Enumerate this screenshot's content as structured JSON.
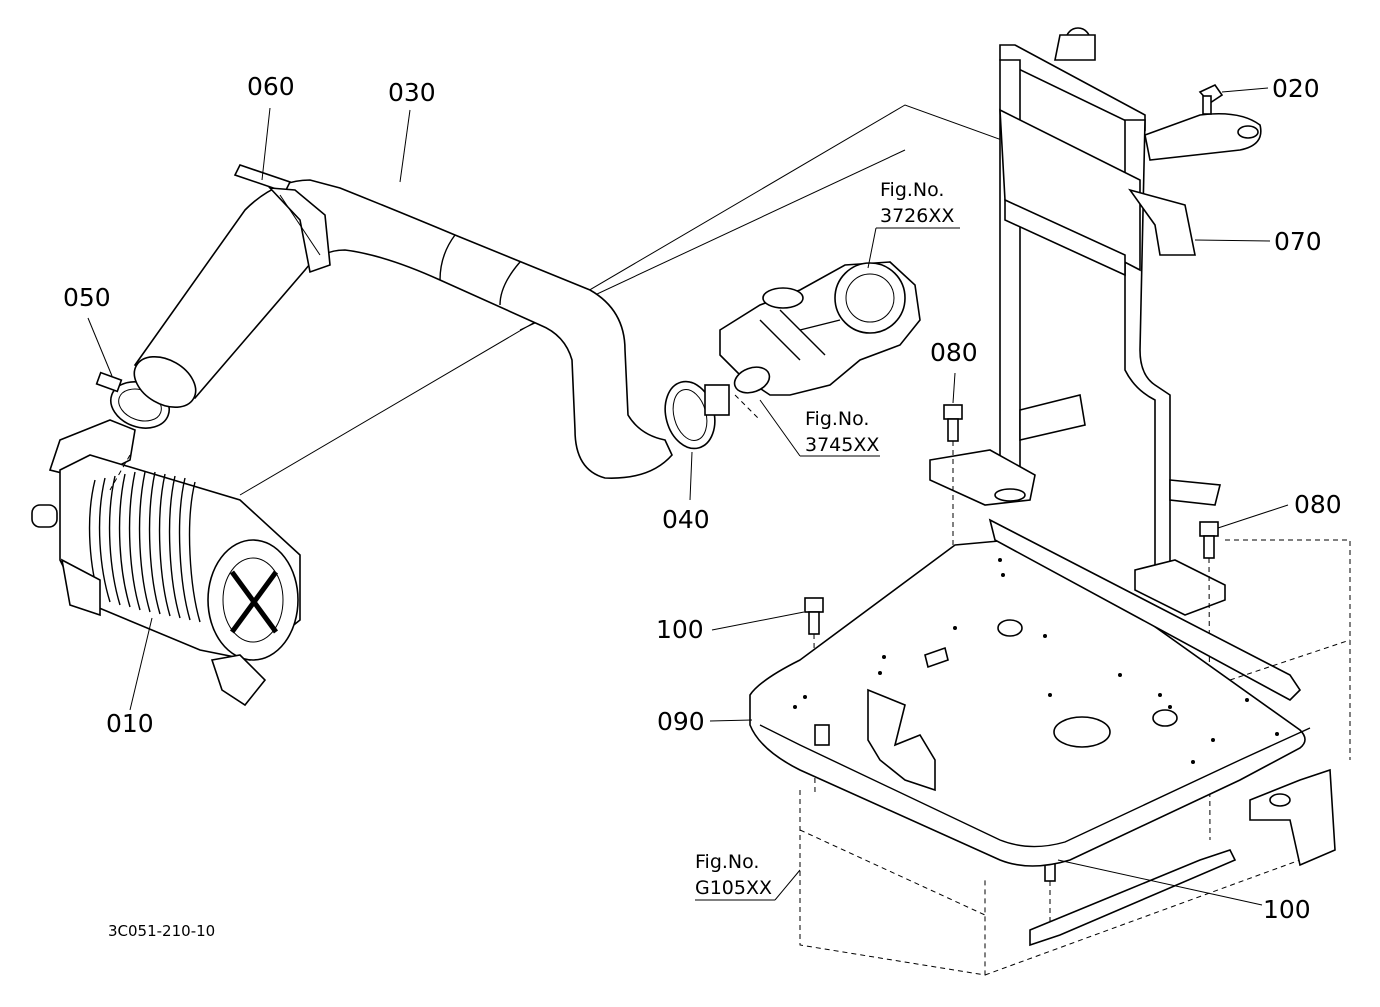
{
  "diagram": {
    "part_labels": {
      "p010": "010",
      "p020": "020",
      "p030": "030",
      "p040": "040",
      "p050": "050",
      "p060": "060",
      "p070": "070",
      "p080a": "080",
      "p080b": "080",
      "p090": "090",
      "p100a": "100",
      "p100b": "100"
    },
    "figure_refs": {
      "f3726": {
        "label": "Fig.No.",
        "number": "3726XX"
      },
      "f3745": {
        "label": "Fig.No.",
        "number": "3745XX"
      },
      "fG105": {
        "label": "Fig.No.",
        "number": "G105XX"
      }
    },
    "drawing_code": "3C051-210-10"
  }
}
